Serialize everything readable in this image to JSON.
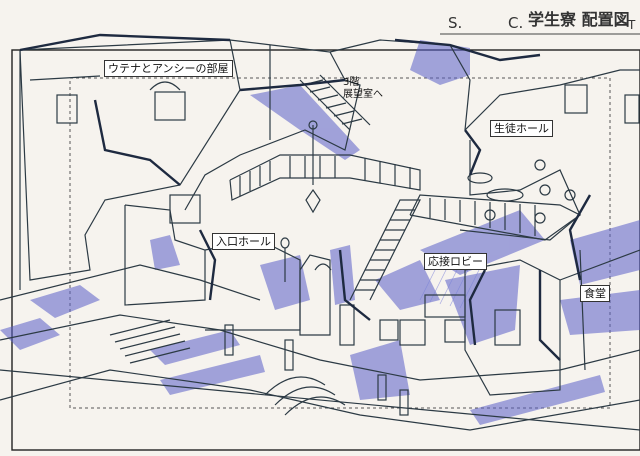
{
  "header": {
    "sheet_s": "S.",
    "sheet_c": "C.",
    "title": "学生寮 配置図",
    "sheet_t": "T"
  },
  "labels": {
    "room_utena_anthy": "ウテナとアンシーの部屋",
    "stairs_3f": "3階\n展望室へ",
    "student_hall": "生徒ホール",
    "entrance_hall": "入口ホール",
    "reception_lobby": "応接ロビー",
    "dining": "食堂"
  },
  "colors": {
    "ink": "#2c3a44",
    "shadow_blue": "#5a5fc8",
    "paper": "#f6f3ee",
    "frame": "#222222"
  }
}
